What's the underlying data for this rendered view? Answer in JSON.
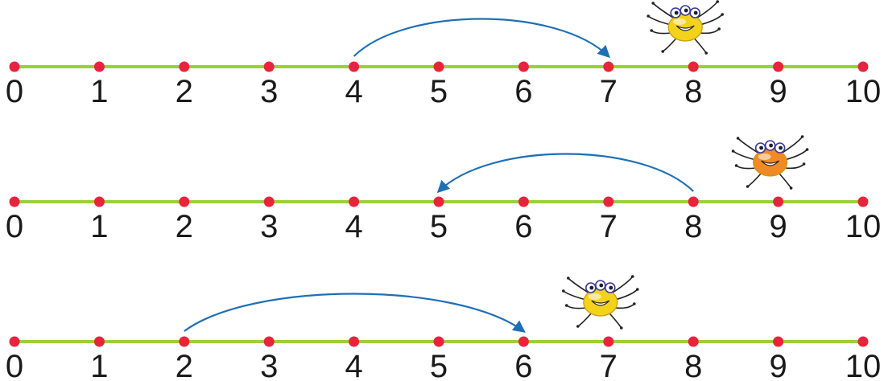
{
  "colors": {
    "line": "#9bcf3a",
    "dot": "#e8243c",
    "arrow": "#1f6fb5",
    "label": "#1a1a1a",
    "spider_yellow": "#f3d21c",
    "spider_orange": "#f08a26"
  },
  "number_lines": [
    {
      "ticks": [
        "0",
        "1",
        "2",
        "3",
        "4",
        "5",
        "6",
        "7",
        "8",
        "9",
        "10"
      ],
      "jump": {
        "from": 4,
        "to": 7
      },
      "spider": {
        "icon": "spider-icon",
        "color": "yellow",
        "position": 8
      }
    },
    {
      "ticks": [
        "0",
        "1",
        "2",
        "3",
        "4",
        "5",
        "6",
        "7",
        "8",
        "9",
        "10"
      ],
      "jump": {
        "from": 8,
        "to": 5
      },
      "spider": {
        "icon": "spider-icon",
        "color": "orange",
        "position": 9
      }
    },
    {
      "ticks": [
        "0",
        "1",
        "2",
        "3",
        "4",
        "5",
        "6",
        "7",
        "8",
        "9",
        "10"
      ],
      "jump": {
        "from": 2,
        "to": 6
      },
      "spider": {
        "icon": "spider-icon",
        "color": "yellow",
        "position": 7
      }
    }
  ]
}
